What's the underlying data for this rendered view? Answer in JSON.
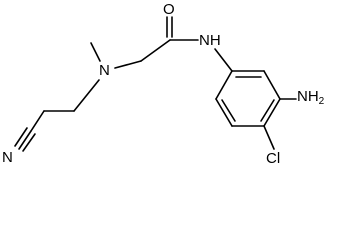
{
  "molecule": {
    "atoms": {
      "carbonyl_oxygen": "O",
      "amide_nitrogen": "NH",
      "amine_nitrogen": "N",
      "nitrile_nitrogen": "N",
      "amino_group": "NH",
      "amino_subscript": "2",
      "chlorine": "Cl"
    }
  }
}
